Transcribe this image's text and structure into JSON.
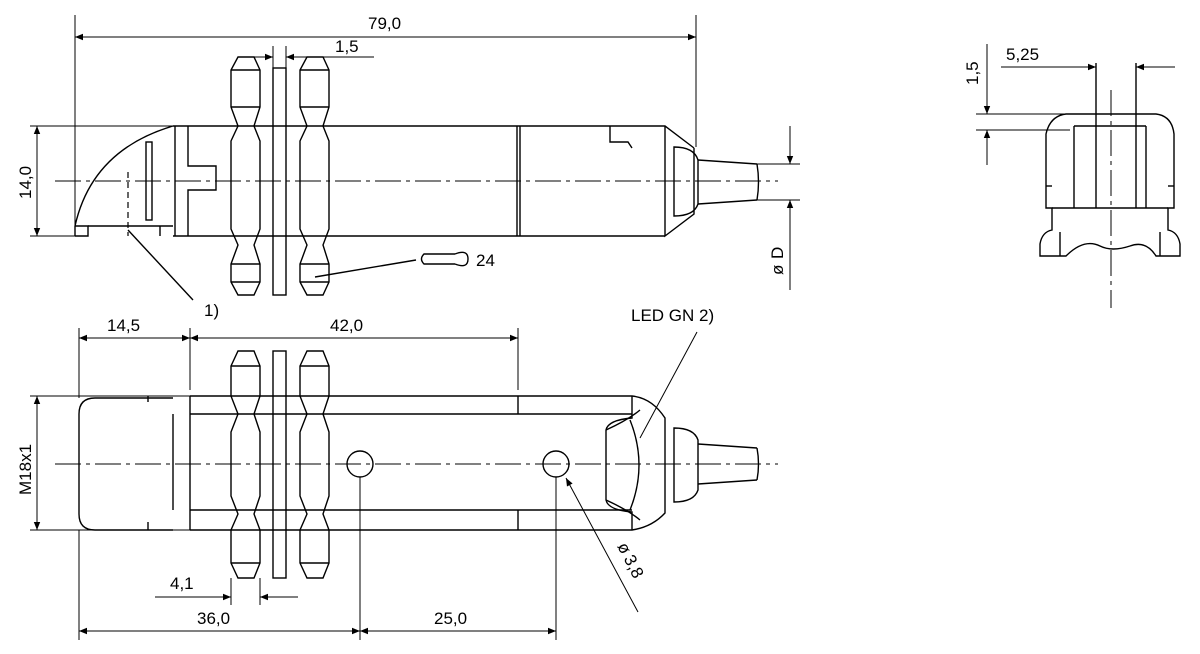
{
  "dimensions": {
    "overall_length": "79,0",
    "flat_thickness": "1,5",
    "body_height": "14,0",
    "cable_diameter": "D",
    "wrench_size": "24",
    "callout_1": "1)",
    "sensing_face_length": "14,5",
    "thread_length": "42,0",
    "thread": "M18x1",
    "led_label": "LED GN 2)",
    "nut_thickness": "4,1",
    "hole_position": "36,0",
    "hole_spacing": "25,0",
    "hole_diameter": "3,8",
    "side_offset": "1,5",
    "side_width": "5,25"
  },
  "symbols": {
    "diameter": "ø"
  },
  "colors": {
    "line": "#000000",
    "background": "#ffffff"
  }
}
